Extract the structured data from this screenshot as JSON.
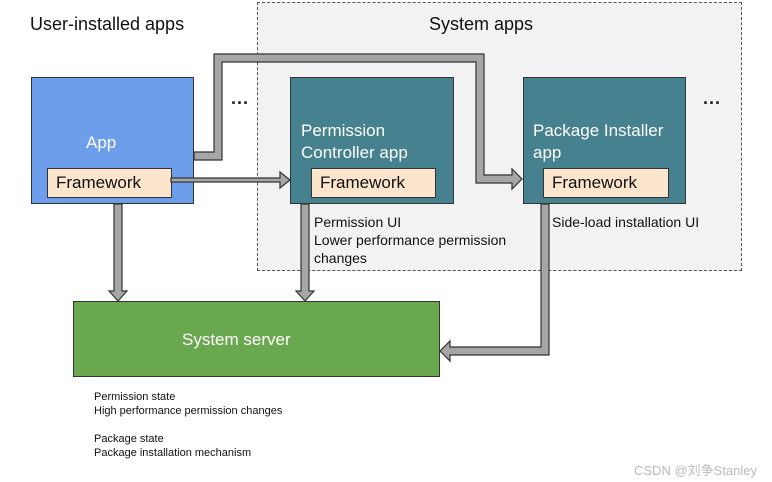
{
  "titles": {
    "user_installed": "User-installed apps",
    "system_apps": "System apps"
  },
  "boxes": {
    "app": {
      "label": "App",
      "framework": "Framework"
    },
    "permission_controller": {
      "label_line1": "Permission",
      "label_line2": "Controller app",
      "framework": "Framework"
    },
    "package_installer": {
      "label_line1": "Package Installer",
      "label_line2": "app",
      "framework": "Framework"
    },
    "system_server": {
      "label": "System server"
    }
  },
  "ellipses": {
    "between": "...",
    "after": "..."
  },
  "notes": {
    "permission_ui": "Permission UI",
    "lower_perf": "Lower performance permission",
    "changes": "changes",
    "sideload_ui": "Side-load installation UI",
    "permission_state": "Permission state",
    "high_perf": "High performance permission changes",
    "package_state": "Package state",
    "install_mechanism": "Package installation mechanism"
  },
  "watermark": "CSDN @刘争Stanley",
  "colors": {
    "app_box": "#6d9eeb",
    "system_app_box": "#45818e",
    "system_server_box": "#6aa84f",
    "framework_box": "#fce5cd",
    "arrow_fill": "#a6a6a6",
    "system_region": "#f2f2f2"
  }
}
